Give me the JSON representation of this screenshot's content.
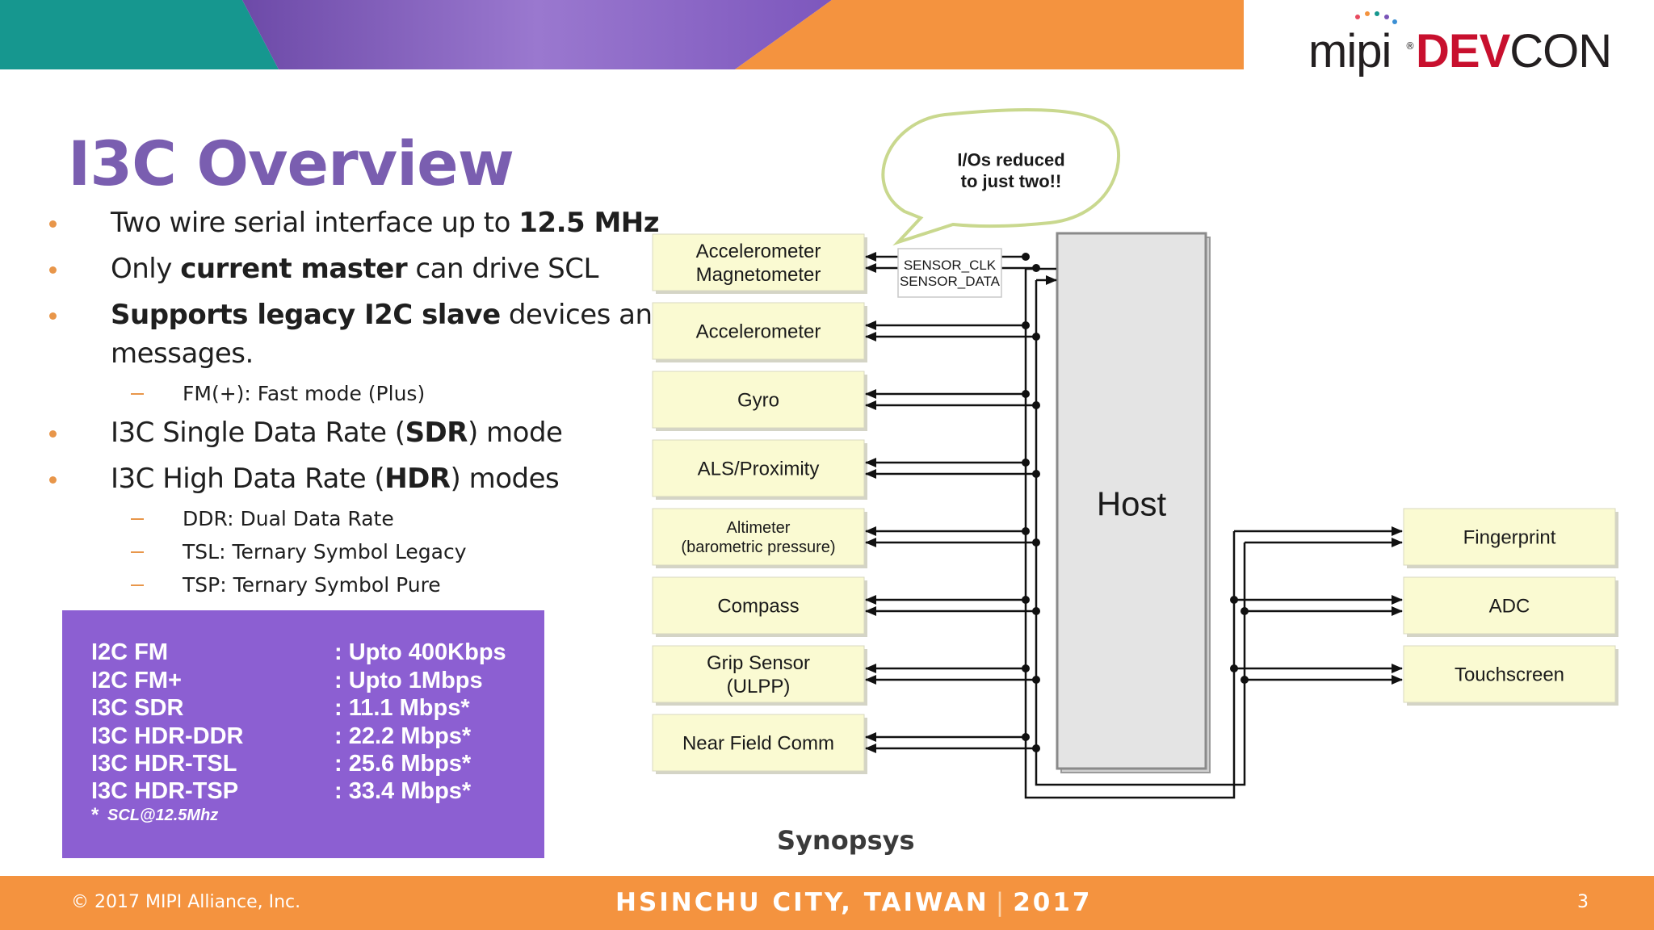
{
  "header": {
    "logo_mipi": "mipi",
    "logo_reg": "®",
    "logo_dev": "DEV",
    "logo_con": "CON",
    "colors": {
      "teal": "#16978f",
      "purple": "#7a55b8",
      "orange": "#f4933f"
    }
  },
  "slide": {
    "title": "I3C Overview",
    "bullets": [
      {
        "pre": "Two wire serial interface up to ",
        "bold": "12.5 MHz",
        "post": ""
      },
      {
        "pre": "Only ",
        "bold": "current master",
        "post": " can drive SCL"
      },
      {
        "pre": "",
        "bold": "Supports legacy I2C slave",
        "post": " devices and"
      },
      {
        "cont": "messages."
      },
      {
        "sub": "FM(+): Fast mode (Plus)"
      },
      {
        "pre": "I3C Single Data Rate (",
        "bold": "SDR",
        "post": ") mode"
      },
      {
        "pre": "I3C High Data Rate (",
        "bold": "HDR",
        "post": ") modes"
      },
      {
        "sub": "DDR: Dual Data Rate"
      },
      {
        "sub": "TSL: Ternary Symbol Legacy"
      },
      {
        "sub": "TSP: Ternary Symbol Pure"
      }
    ],
    "speeds": [
      {
        "label": "I2C FM",
        "value": ": Upto 400Kbps"
      },
      {
        "label": "I2C FM+",
        "value": ": Upto 1Mbps"
      },
      {
        "label": "I3C SDR",
        "value": ": 11.1 Mbps*"
      },
      {
        "label": "I3C HDR-DDR",
        "value": ": 22.2 Mbps*"
      },
      {
        "label": "I3C HDR-TSL",
        "value": ": 25.6 Mbps*"
      },
      {
        "label": "I3C HDR-TSP",
        "value": ": 33.4 Mbps*"
      }
    ],
    "speed_note_star": "*",
    "speed_note": "SCL@12.5Mhz"
  },
  "diagram": {
    "callout": [
      "I/Os reduced",
      "to just two!!"
    ],
    "bus_labels": [
      "SENSOR_CLK",
      "SENSOR_DATA"
    ],
    "host_label": "Host",
    "left_devices": [
      [
        "Accelerometer",
        "Magnetometer"
      ],
      [
        "Accelerometer"
      ],
      [
        "Gyro"
      ],
      [
        "ALS/Proximity"
      ],
      [
        "Altimeter",
        "(barometric pressure)"
      ],
      [
        "Compass"
      ],
      [
        "Grip Sensor",
        "(ULPP)"
      ],
      [
        "Near Field Comm"
      ]
    ],
    "right_devices": [
      [
        "Fingerprint"
      ],
      [
        "ADC"
      ],
      [
        "Touchscreen"
      ]
    ],
    "credit": "Synopsys"
  },
  "footer": {
    "copyright": "© 2017 MIPI Alliance, Inc.",
    "event_city": "HSINCHU CITY, TAIWAN",
    "event_sep": "|",
    "event_year": "2017",
    "page_number": "3"
  }
}
